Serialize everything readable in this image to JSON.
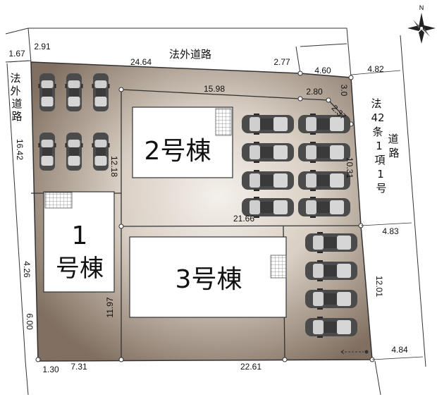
{
  "compass": {
    "label": "N"
  },
  "roads": {
    "north": "法外道路",
    "west": [
      "法",
      "外",
      "道",
      "路"
    ],
    "east_col1": [
      "法",
      "42",
      "条",
      "1",
      "項",
      "1",
      "号"
    ],
    "east_col2": [
      "道",
      "路"
    ]
  },
  "buildings": {
    "b1": {
      "num": "1",
      "label": "号棟"
    },
    "b2": {
      "label": "2号棟"
    },
    "b3": {
      "label": "3号棟"
    }
  },
  "dimensions": {
    "d_291": "2.91",
    "d_167": "1.67",
    "d_2464": "24.64",
    "d_277": "2.77",
    "d_460": "4.60",
    "d_482": "4.82",
    "d_1598": "15.98",
    "d_280": "2.80",
    "d_30": "3.0",
    "d_237": "2.37",
    "d_1031": "10.31",
    "d_1642": "16.42",
    "d_1218": "12.18",
    "d_2166": "21.66",
    "d_483": "4.83",
    "d_426": "4.26",
    "d_600": "6.00",
    "d_1197": "11.97",
    "d_1201": "12.01",
    "d_484": "4.84",
    "d_130": "1.30",
    "d_731": "7.31",
    "d_2261": "22.61"
  },
  "colors": {
    "lot_dark": "#7a6a5c",
    "lot_light": "#efe9e2",
    "building": "#ffffff",
    "car_body": "#4a4a4a",
    "car_glass": "#c9c9c9"
  }
}
